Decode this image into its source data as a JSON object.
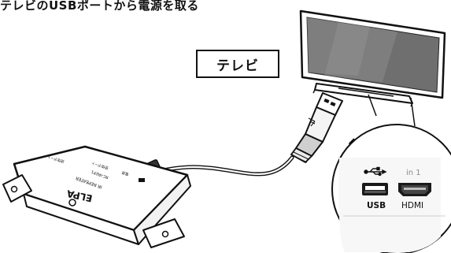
{
  "heading": "テレビのUSBポートから電源を取る",
  "tv_label": "テレビ",
  "ports": {
    "usb_label": "USB",
    "hdmi_label": "HDMI",
    "hdmi_in_label": "in 1"
  },
  "device": {
    "brand": "ELPA",
    "model_line1": "IR REPEATER",
    "model_line2": "RC-IREP1",
    "port_label_1": "送信ポート",
    "port_label_2": "受信ポート",
    "port_label_3": "電源"
  }
}
